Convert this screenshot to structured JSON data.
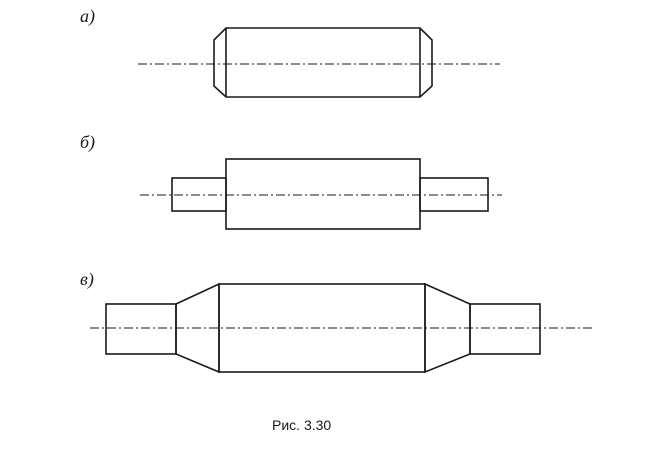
{
  "figure": {
    "caption": "Рис. 3.30",
    "parts": [
      {
        "id": "a",
        "label": "а)"
      },
      {
        "id": "b",
        "label": "б)"
      },
      {
        "id": "v",
        "label": "в)"
      }
    ]
  },
  "colors": {
    "ink": "#1a1a1a",
    "paper": "#ffffff"
  }
}
